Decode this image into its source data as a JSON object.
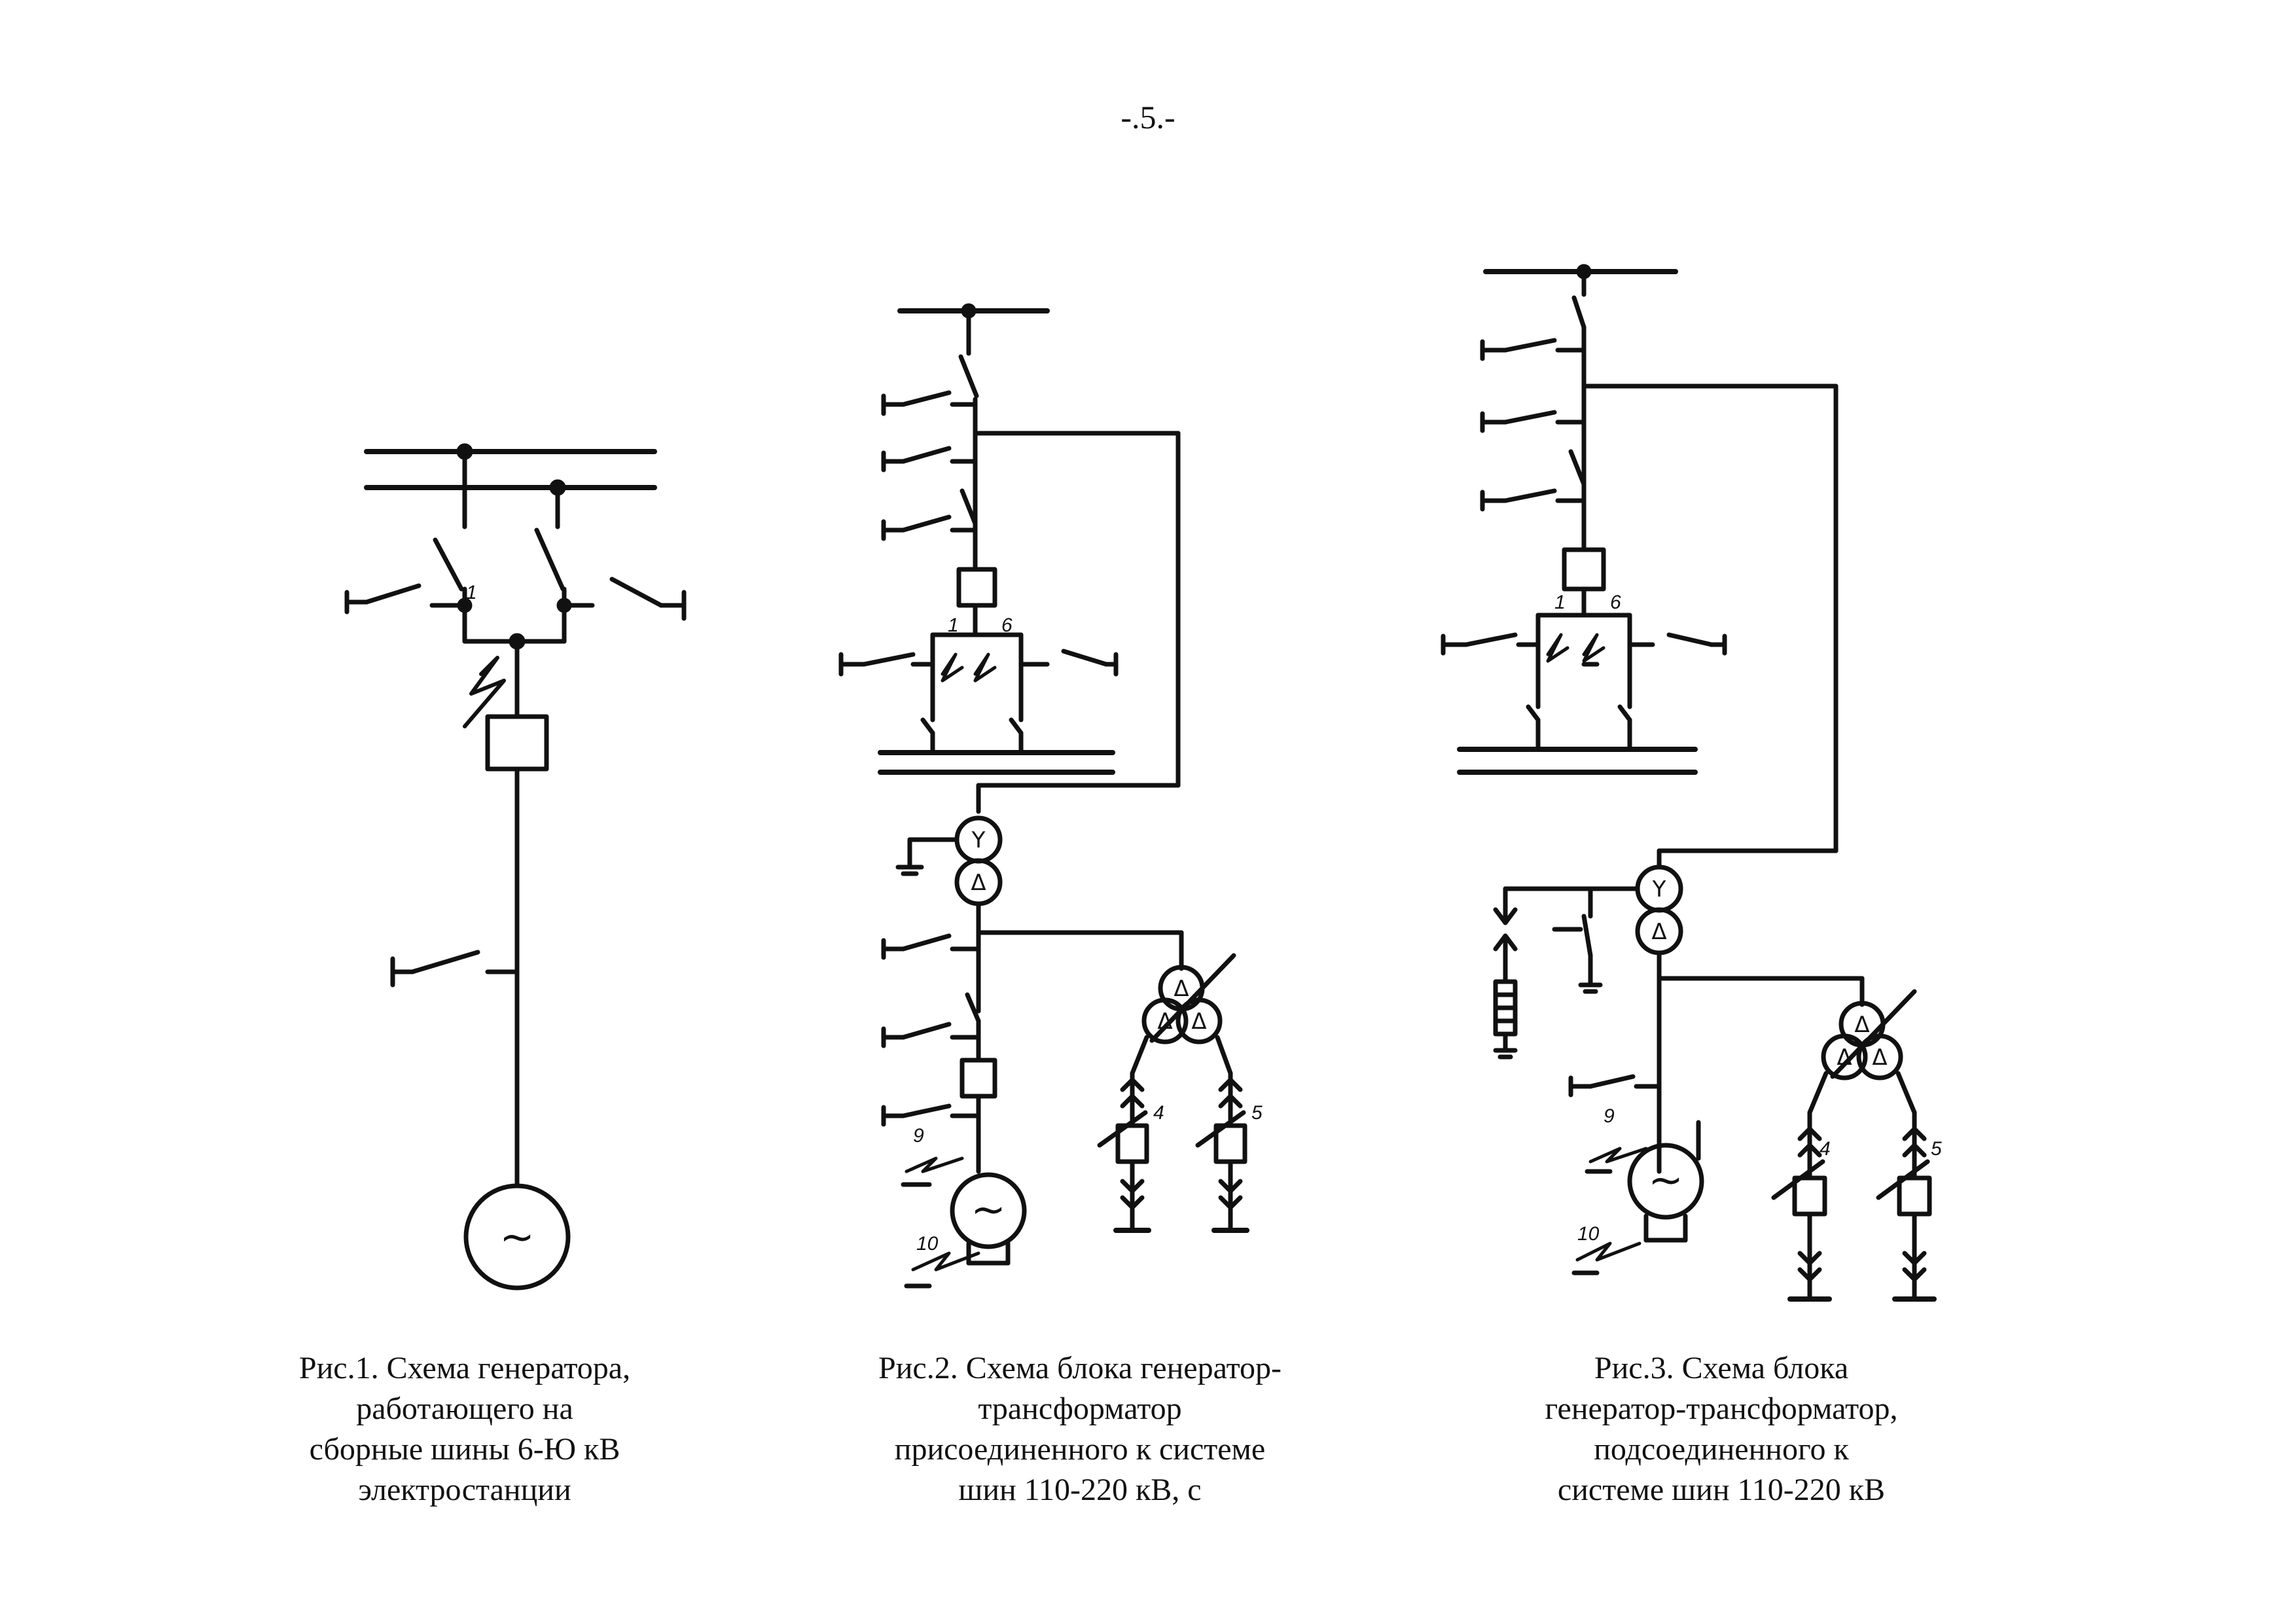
{
  "page_number": "-.5.-",
  "figures": [
    {
      "caption": "Рис.1. Схема генератора,\nработающего на\nсборные шины 6-Ю кВ\nэлектростанции",
      "labels": {
        "item1": "1"
      }
    },
    {
      "caption": "Рис.2. Схема блока генератор-\nтрансформатор\nприсоединенного к системе\nшин 110-220 кВ, с",
      "labels": {
        "item1": "1",
        "item6": "6",
        "item4": "4",
        "item5": "5",
        "item9": "9",
        "item10": "10"
      }
    },
    {
      "caption": "Рис.3. Схема блока\nгенератор-трансформатор,\nподсоединенного к\nсистеме шин 110-220 кВ",
      "labels": {
        "item1": "1",
        "item6": "6",
        "item4": "4",
        "item5": "5",
        "item9": "9",
        "item10": "10"
      }
    }
  ],
  "symbols": {
    "generator": "~",
    "star": "Y",
    "delta": "Δ"
  }
}
